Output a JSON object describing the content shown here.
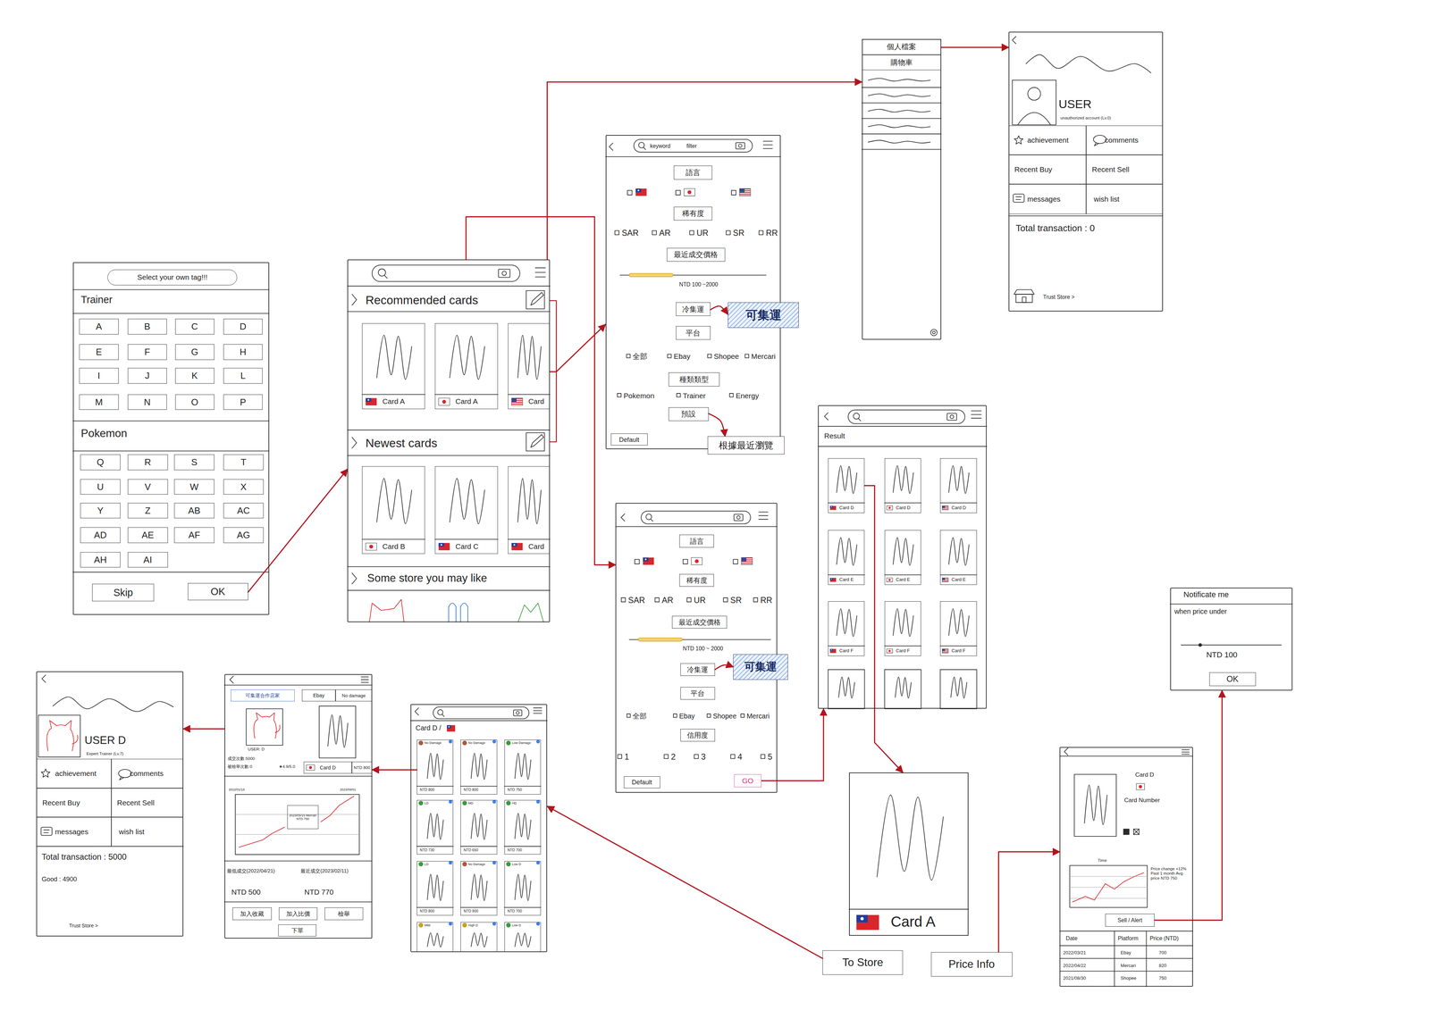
{
  "diagram": {
    "nodes": [
      {
        "text": [
          "Trainer",
          "Pokemon"
        ]
      },
      {
        "text": [
          "Select your own tag!!!"
        ],
        "in": 0
      },
      {
        "text": [
          "A"
        ],
        "in": 0
      },
      {
        "text": [
          "B"
        ],
        "in": 0
      },
      {
        "text": [
          "C"
        ],
        "in": 0
      },
      {
        "text": [
          "D"
        ],
        "in": 0
      },
      {
        "text": [
          "E"
        ],
        "in": 0
      },
      {
        "text": [
          "F"
        ],
        "in": 0
      },
      {
        "text": [
          "G"
        ],
        "in": 0
      },
      {
        "text": [
          "H"
        ],
        "in": 0
      },
      {
        "text": [
          "I"
        ],
        "in": 0
      },
      {
        "text": [
          "J"
        ],
        "in": 0
      },
      {
        "text": [
          "K"
        ],
        "in": 0
      },
      {
        "text": [
          "L"
        ],
        "in": 0
      },
      {
        "text": [
          "M"
        ],
        "in": 0
      },
      {
        "text": [
          "N"
        ],
        "in": 0
      },
      {
        "text": [
          "O"
        ],
        "in": 0
      },
      {
        "text": [
          "P"
        ],
        "in": 0
      },
      {
        "text": [
          "Q"
        ],
        "in": 0
      },
      {
        "text": [
          "R"
        ],
        "in": 0
      },
      {
        "text": [
          "S"
        ],
        "in": 0
      },
      {
        "text": [
          "T"
        ],
        "in": 0
      },
      {
        "text": [
          "U"
        ],
        "in": 0
      },
      {
        "text": [
          "V"
        ],
        "in": 0
      },
      {
        "text": [
          "W"
        ],
        "in": 0
      },
      {
        "text": [
          "X"
        ],
        "in": 0
      },
      {
        "text": [
          "Y"
        ],
        "in": 0
      },
      {
        "text": [
          "Z"
        ],
        "in": 0
      },
      {
        "text": [
          "AB"
        ],
        "in": 0
      },
      {
        "text": [
          "AC"
        ],
        "in": 0
      },
      {
        "text": [
          "AD"
        ],
        "in": 0
      },
      {
        "text": [
          "AE"
        ],
        "in": 0
      },
      {
        "text": [
          "AF"
        ],
        "in": 0
      },
      {
        "text": [
          "AG"
        ],
        "in": 0
      },
      {
        "text": [
          "AH"
        ],
        "in": 0
      },
      {
        "text": [
          "AI"
        ],
        "in": 0
      },
      {
        "text": [
          "Skip"
        ],
        "in": 0
      },
      {
        "text": [
          "OK"
        ],
        "in": 0
      },
      {
        "text": [
          "Recommended cards",
          "Newest cards",
          "Some store you may like"
        ]
      },
      {
        "text": [
          "Card A"
        ],
        "in": 38
      },
      {
        "text": [
          "Card A"
        ],
        "in": 38
      },
      {
        "text": [
          "Card"
        ],
        "in": 38
      },
      {
        "text": [
          "Card B"
        ],
        "in": 38
      },
      {
        "text": [
          "Card C"
        ],
        "in": 38
      },
      {
        "text": [
          "Card"
        ],
        "in": 38
      },
      {
        "text": [
          "keyword",
          "filter",
          "SAR",
          "AR",
          "UR",
          "SR",
          "RR",
          "NTD 100 ~2000",
          "全部",
          "Ebay",
          "Shopee",
          "Mercari",
          "Pokemon",
          "Trainer",
          "Energy"
        ]
      },
      {
        "text": [
          "語言"
        ],
        "in": 45
      },
      {
        "text": [
          "稀有度"
        ],
        "in": 45
      },
      {
        "text": [
          "最近成交價格"
        ],
        "in": 45
      },
      {
        "text": [
          "冷集運"
        ],
        "in": 45
      },
      {
        "text": [
          "平台"
        ],
        "in": 45
      },
      {
        "text": [
          "種類類型"
        ],
        "in": 45
      },
      {
        "text": [
          "預設"
        ],
        "in": 45
      },
      {
        "text": [
          "Default"
        ],
        "in": 45
      },
      {
        "text": [
          "可集運"
        ]
      },
      {
        "text": [
          "根據最近瀏覽"
        ]
      },
      {
        "text": [
          "SAR",
          "AR",
          "UR",
          "SR",
          "RR",
          "NTD 100 ~ 2000",
          "全部",
          "Ebay",
          "Shopee",
          "Mercari",
          "1",
          "2",
          "3",
          "4",
          "5"
        ]
      },
      {
        "text": [
          "語言"
        ],
        "in": 56
      },
      {
        "text": [
          "稀有度"
        ],
        "in": 56
      },
      {
        "text": [
          "最近成交價格"
        ],
        "in": 56
      },
      {
        "text": [
          "冷集運"
        ],
        "in": 56
      },
      {
        "text": [
          "平台"
        ],
        "in": 56
      },
      {
        "text": [
          "信用度"
        ],
        "in": 56
      },
      {
        "text": [
          "Default"
        ],
        "in": 56
      },
      {
        "text": [
          "GO"
        ],
        "in": 56
      },
      {
        "text": [
          "可集運"
        ]
      },
      {
        "text": []
      },
      {
        "text": [
          "個人檔案"
        ],
        "in": 66
      },
      {
        "text": [
          "購物車"
        ],
        "in": 66
      },
      {
        "text": [
          "USER",
          "unauthorized account (Lv.0)",
          "Total transaction : 0",
          "Trust Store >"
        ]
      },
      {
        "text": [
          "achievement"
        ],
        "in": 69
      },
      {
        "text": [
          "comments"
        ],
        "in": 69
      },
      {
        "text": [
          "Recent Buy"
        ],
        "in": 69
      },
      {
        "text": [
          "Recent Sell"
        ],
        "in": 69
      },
      {
        "text": [
          "messages"
        ],
        "in": 69
      },
      {
        "text": [
          "wish list"
        ],
        "in": 69
      },
      {
        "text": [
          "Result"
        ]
      },
      {
        "text": [
          "Card D"
        ],
        "in": 76
      },
      {
        "text": [
          "Card D"
        ],
        "in": 76
      },
      {
        "text": [
          "Card D"
        ],
        "in": 76
      },
      {
        "text": [
          "Card E"
        ],
        "in": 76
      },
      {
        "text": [
          "Card E"
        ],
        "in": 76
      },
      {
        "text": [
          "Card E"
        ],
        "in": 76
      },
      {
        "text": [
          "Card F"
        ],
        "in": 76
      },
      {
        "text": [
          "Card F"
        ],
        "in": 76
      },
      {
        "text": [
          "Card F"
        ],
        "in": 76
      },
      {
        "text": [
          "Card A"
        ]
      },
      {
        "text": [
          "To Store"
        ]
      },
      {
        "text": [
          "Price Info"
        ]
      },
      {
        "text": [
          "Card D",
          "Card Number",
          "Time",
          "Price change +12% Past 1 month Avg price NTD 750",
          "Date",
          "Platform",
          "Price (NTD)",
          "2022/03/21",
          "Ebay",
          "700",
          "2022/04/22",
          "Mercari",
          "820",
          "2021/08/30",
          "Shopee",
          "750"
        ]
      },
      {
        "text": [
          "Sell / Alert"
        ],
        "in": 89
      },
      {
        "text": [
          "Notificate me",
          "when price under",
          "NTD 100"
        ]
      },
      {
        "text": [
          "OK"
        ],
        "in": 91
      },
      {
        "text": [
          "Card D /"
        ]
      },
      {
        "text": [
          "No Damage",
          "NTD 800"
        ],
        "in": 93
      },
      {
        "text": [
          "No Damage",
          "NTD 800"
        ],
        "in": 93
      },
      {
        "text": [
          "Low Damage",
          "NTD 750"
        ],
        "in": 93
      },
      {
        "text": [
          "LD",
          "NTD 730"
        ],
        "in": 93
      },
      {
        "text": [
          "MD",
          "NTD 650"
        ],
        "in": 93
      },
      {
        "text": [
          "HD",
          "NTD 700"
        ],
        "in": 93
      },
      {
        "text": [
          "LD",
          "NTD 800"
        ],
        "in": 93
      },
      {
        "text": [
          "No Damage",
          "NTD 900"
        ],
        "in": 93
      },
      {
        "text": [
          "Low D",
          "NTD 700"
        ],
        "in": 93
      },
      {
        "text": [
          "Mild"
        ],
        "in": 93
      },
      {
        "text": [
          "High D"
        ],
        "in": 93
      },
      {
        "text": [
          "Low D"
        ],
        "in": 93
      },
      {
        "text": [
          "USER: D",
          "成交次數:5000",
          "被檢舉次數:0",
          "★4.9/5.0",
          "2022/01/18",
          "2023/08/01",
          "最低成交(2022/04/21)",
          "最近成交(2023/02/11)",
          "NTD 500",
          "NTD 770"
        ]
      },
      {
        "text": [
          "可集運合作店家"
        ],
        "in": 106
      },
      {
        "text": [
          "Ebay"
        ],
        "in": 106
      },
      {
        "text": [
          "No damage"
        ],
        "in": 106
      },
      {
        "text": [
          "Card D"
        ],
        "in": 106
      },
      {
        "text": [
          "NTD 800"
        ],
        "in": 106
      },
      {
        "text": [
          "2023/05/15 Mercari NTD 750"
        ],
        "in": 106
      },
      {
        "text": [
          "加入收藏"
        ],
        "in": 106
      },
      {
        "text": [
          "加入比價"
        ],
        "in": 106
      },
      {
        "text": [
          "檢舉"
        ],
        "in": 106
      },
      {
        "text": [
          "下單"
        ],
        "in": 106
      },
      {
        "text": [
          "USER D",
          "Expert Trainer (Lv.7)",
          "Total transaction : 5000",
          "Good : 4900",
          "Trust Store >"
        ]
      },
      {
        "text": [
          "achievement"
        ],
        "in": 117
      },
      {
        "text": [
          "comments"
        ],
        "in": 117
      },
      {
        "text": [
          "Recent Buy"
        ],
        "in": 117
      },
      {
        "text": [
          "Recent Sell"
        ],
        "in": 117
      },
      {
        "text": [
          "messages"
        ],
        "in": 117
      },
      {
        "text": [
          "wish list"
        ],
        "in": 117
      }
    ],
    "edges": [
      {
        "from": 37,
        "to": 38,
        "arrow": "to"
      },
      {
        "from": 38,
        "to": 56,
        "arrow": "to"
      },
      {
        "from": 38,
        "to": 45,
        "arrow": "to"
      },
      {
        "from": 38,
        "to": 66,
        "arrow": "to"
      },
      {
        "from": 67,
        "to": 69,
        "arrow": "to"
      },
      {
        "from": 64,
        "to": 76,
        "arrow": "to"
      },
      {
        "from": 77,
        "to": 86,
        "arrow": "to"
      },
      {
        "from": 87,
        "to": 93,
        "arrow": "to"
      },
      {
        "from": 88,
        "to": 89,
        "arrow": "to"
      },
      {
        "from": 90,
        "to": 91,
        "arrow": "to"
      },
      {
        "from": 94,
        "to": 106,
        "arrow": "to"
      },
      {
        "from": 106,
        "to": 117,
        "arrow": "to"
      },
      {
        "from": 49,
        "to": 54,
        "arrow": "to"
      },
      {
        "from": 60,
        "to": 65,
        "arrow": "to"
      },
      {
        "from": 52,
        "to": 55,
        "arrow": "to"
      }
    ]
  }
}
